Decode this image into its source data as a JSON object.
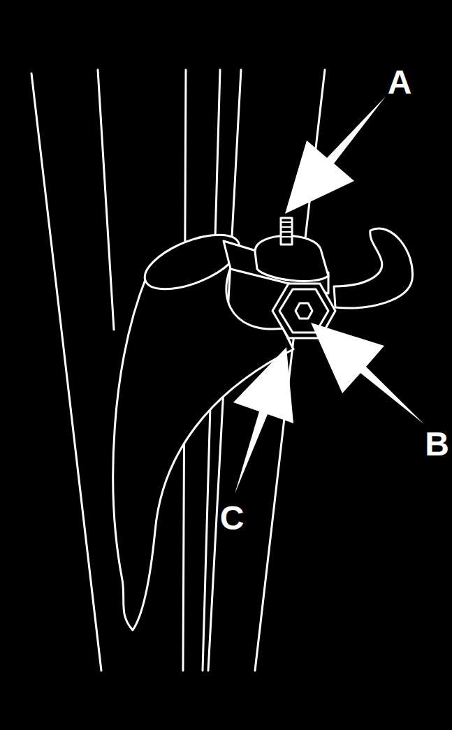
{
  "diagram": {
    "labels": [
      "A",
      "B",
      "C"
    ]
  }
}
